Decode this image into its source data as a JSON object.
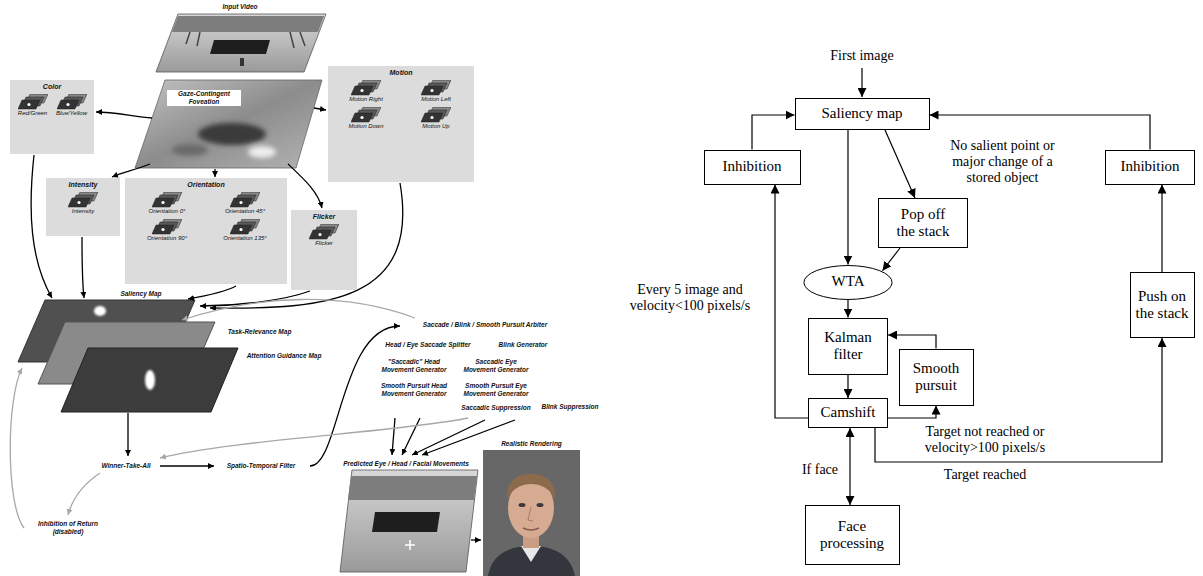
{
  "diagram": {
    "nodes": [
      {
        "text": [
          "Color",
          "Red/Green",
          "Blue/Yellow"
        ]
      },
      {
        "text": [
          "Intensity",
          "Intensity"
        ]
      },
      {
        "text": [
          "Orientation",
          "Orientation 0°",
          "Orientation 45°",
          "Orientation 90°",
          "Orientation 135°"
        ]
      },
      {
        "text": [
          "Flicker",
          "Flicker"
        ]
      },
      {
        "text": [
          "Motion",
          "Motion Right",
          "Motion Left",
          "Motion Down",
          "Motion Up"
        ]
      },
      {
        "text": [
          "Saliency map"
        ]
      },
      {
        "text": [
          "Inhibition"
        ]
      },
      {
        "text": [
          "Inhibition"
        ]
      },
      {
        "text": [
          "Pop off the stack"
        ]
      },
      {
        "text": [
          "WTA"
        ]
      },
      {
        "text": [
          "Push on the stack"
        ]
      },
      {
        "text": [
          "Kalman filter"
        ]
      },
      {
        "text": [
          "Smooth pursuit"
        ]
      },
      {
        "text": [
          "Camshift"
        ]
      },
      {
        "text": [
          "Face processing"
        ]
      }
    ],
    "edges": [
      {
        "from": 5,
        "to": 9,
        "arrow": "to"
      },
      {
        "from": 5,
        "to": 8,
        "label": "No salient point or major change of a stored object",
        "arrow": "to"
      },
      {
        "from": 8,
        "to": 9,
        "arrow": "to"
      },
      {
        "from": 9,
        "to": 11,
        "arrow": "to"
      },
      {
        "from": 11,
        "to": 13,
        "arrow": "to"
      },
      {
        "from": 13,
        "to": 12,
        "label": "Target not reached or velocity>100 pixels/s",
        "arrow": "to"
      },
      {
        "from": 12,
        "to": 11,
        "arrow": "to"
      },
      {
        "from": 13,
        "to": 6,
        "label": "Every 5 image and velocity<100 pixels/s",
        "arrow": "to"
      },
      {
        "from": 6,
        "to": 5,
        "arrow": "to"
      },
      {
        "from": 13,
        "to": 10,
        "label": "Target reached",
        "arrow": "to"
      },
      {
        "from": 13,
        "to": 14,
        "label": "If face",
        "arrow": "both"
      },
      {
        "from": 10,
        "to": 7,
        "arrow": "to"
      },
      {
        "from": 7,
        "to": 5,
        "arrow": "to"
      }
    ],
    "labels": [
      "Input Video",
      "Gaze-Contingent Foveation",
      "Saliency Map",
      "Task-Relevance Map",
      "Attention Guidance Map",
      "Winner-Take-All",
      "Inhibition of Return (disabled)",
      "Spatio-Temporal Filter",
      "Saccade / Blink / Smooth Pursuit Arbiter",
      "Head / Eye Saccade Splitter",
      "Blink Generator",
      "\"Saccadic\" Head Movement Generator",
      "Saccadic Eye Movement Generator",
      "Smooth Pursuit Head Movement Generator",
      "Smooth Pursuit Eye Movement Generator",
      "Saccadic Suppression",
      "Blink Suppression",
      "Predicted Eye / Head / Facial Movements",
      "Realistic Rendering",
      "First image"
    ]
  }
}
